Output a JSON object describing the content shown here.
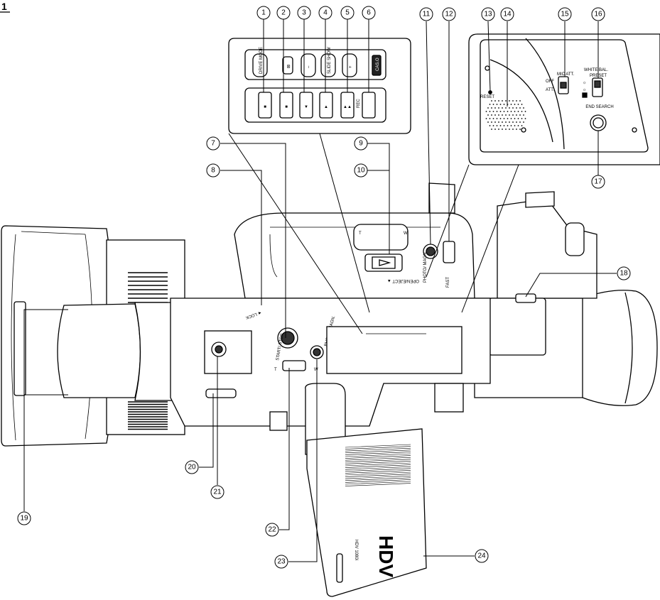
{
  "diagram": {
    "figure_mark": "1",
    "callouts": [
      "1",
      "2",
      "3",
      "4",
      "5",
      "6",
      "7",
      "8",
      "9",
      "10",
      "11",
      "12",
      "13",
      "14",
      "15",
      "16",
      "17",
      "18",
      "19",
      "20",
      "21",
      "22",
      "23",
      "24"
    ],
    "top_panel": {
      "upper_labels": [
        "DRIVE MODE",
        "⊠",
        "–",
        "SLIDE SHOW",
        "+",
        "CAS.O"
      ],
      "lower_labels": [
        "■",
        "■",
        "▼",
        "▲",
        "▲▲",
        "REC"
      ]
    },
    "right_panel": {
      "reset": "RESET",
      "mic_att": "MIC ATT.",
      "off": "OFF",
      "att": "ATT.",
      "white_bal": "WHITE BAL.",
      "preset": "PRESET",
      "end_search": "END SEARCH"
    },
    "body_labels": {
      "open_eject": "OPEN/EJECT ▲",
      "photo_magn": "PHOTO/ MAGN.",
      "fast": "FAST",
      "lock": "◄ LOCK",
      "start_stop": "START/ STOP",
      "photo_magn2": "PHOTO/ MAGN.",
      "zoom_t": "T",
      "zoom_w": "W"
    },
    "lcd": {
      "logo": "HDV",
      "sublogo": "HDV 1080i"
    }
  }
}
